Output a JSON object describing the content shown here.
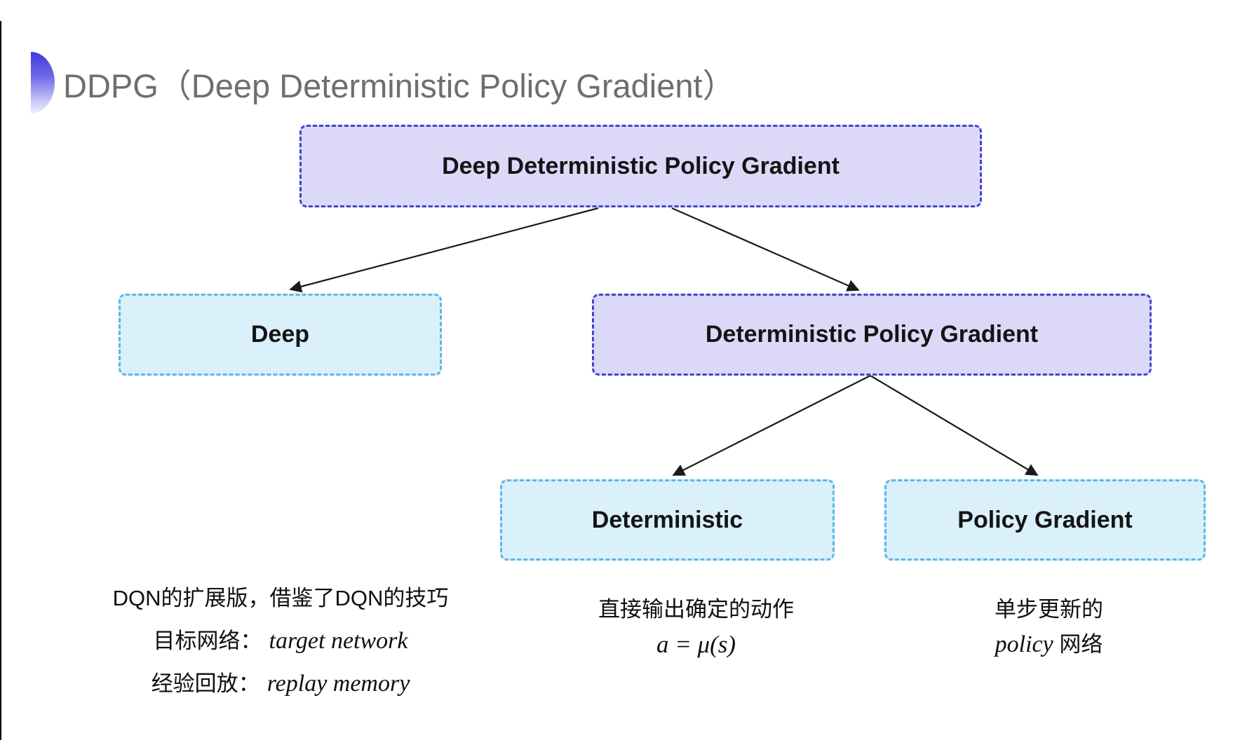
{
  "title": {
    "text": "DDPG（Deep Deterministic Policy Gradient）",
    "bullet_icon": "blue-gradient-half-circle",
    "color": "#6e6e6e"
  },
  "diagram": {
    "nodes": [
      {
        "id": "ddpg",
        "label": "Deep Deterministic Policy Gradient",
        "variant": "purple"
      },
      {
        "id": "deep",
        "label": "Deep",
        "variant": "cyan"
      },
      {
        "id": "dpg",
        "label": "Deterministic Policy Gradient",
        "variant": "purple"
      },
      {
        "id": "deterministic",
        "label": "Deterministic",
        "variant": "cyan"
      },
      {
        "id": "policy_gradient",
        "label": "Policy Gradient",
        "variant": "cyan"
      }
    ],
    "edges": [
      {
        "from": "ddpg",
        "to": "deep"
      },
      {
        "from": "ddpg",
        "to": "dpg"
      },
      {
        "from": "dpg",
        "to": "deterministic"
      },
      {
        "from": "dpg",
        "to": "policy_gradient"
      }
    ],
    "colors": {
      "purple_fill": "#dcd9f8",
      "purple_border": "#4244cf",
      "cyan_fill": "#daf0fb",
      "cyan_border": "#5cb6e8",
      "arrow": "#1a1a1a"
    }
  },
  "notes": {
    "deep": {
      "line1": "DQN的扩展版，借鉴了DQN的技巧",
      "line2_label": "目标网络：",
      "line2_term": "target network",
      "line3_label": "经验回放：",
      "line3_term": "replay memory"
    },
    "deterministic": {
      "line1": "直接输出确定的动作",
      "formula": "a = μ(s)"
    },
    "policy_gradient": {
      "line1": "单步更新的",
      "term": "policy",
      "suffix": " 网络"
    }
  }
}
